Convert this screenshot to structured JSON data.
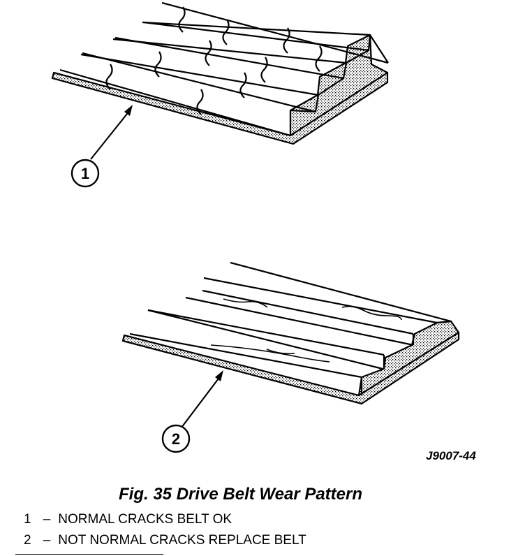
{
  "callouts": [
    {
      "number": "1"
    },
    {
      "number": "2"
    }
  ],
  "reference_code": "J9007-44",
  "caption": "Fig. 35 Drive Belt Wear Pattern",
  "legend": [
    {
      "num": "1",
      "dash": "–",
      "text": "NORMAL CRACKS BELT OK"
    },
    {
      "num": "2",
      "dash": "–",
      "text": "NOT NORMAL CRACKS REPLACE BELT"
    }
  ],
  "colors": {
    "ink": "#000000",
    "paper": "#ffffff",
    "shaded_end": "#c8c8c8"
  }
}
